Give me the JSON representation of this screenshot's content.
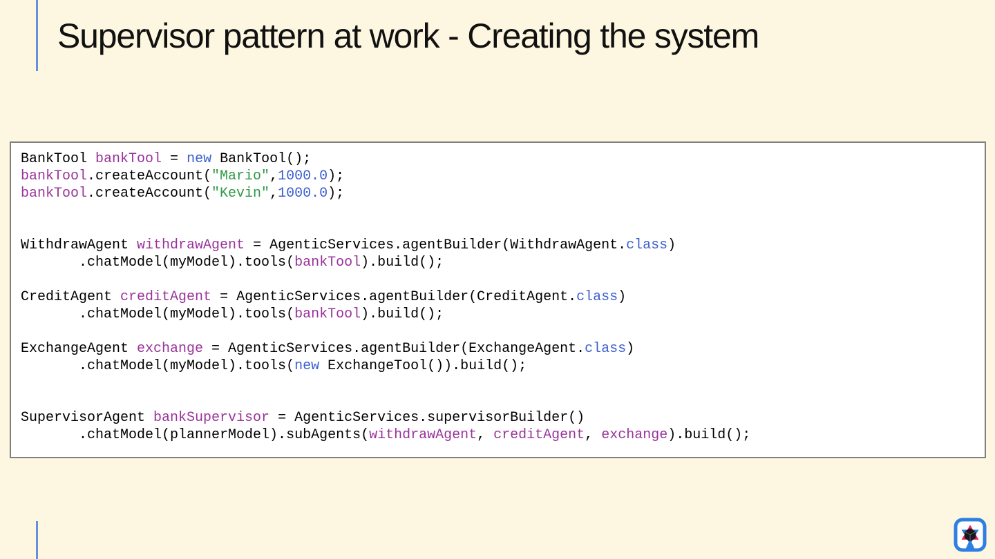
{
  "slide": {
    "title": "Supervisor pattern at work - Creating the system"
  },
  "colors": {
    "background": "#FDF6E0",
    "accent-line": "#6590DB",
    "code-bg": "#FFFFFF",
    "code-border": "#7F7F7F",
    "logo-blue": "#2E7FE0",
    "logo-pink": "#E8295E",
    "logo-black": "#17171D"
  },
  "code": {
    "token_colors": {
      "plain": "#000000",
      "var": "#993399",
      "kw": "#3B5FD0",
      "num": "#3B5FD0",
      "str": "#2E9945"
    },
    "lines": [
      [
        {
          "t": "BankTool ",
          "c": "plain"
        },
        {
          "t": "bankTool",
          "c": "var"
        },
        {
          "t": " = ",
          "c": "plain"
        },
        {
          "t": "new",
          "c": "kw"
        },
        {
          "t": " BankTool();",
          "c": "plain"
        }
      ],
      [
        {
          "t": "bankTool",
          "c": "var"
        },
        {
          "t": ".createAccount(",
          "c": "plain"
        },
        {
          "t": "\"Mario\"",
          "c": "str"
        },
        {
          "t": ",",
          "c": "plain"
        },
        {
          "t": "1000.0",
          "c": "num"
        },
        {
          "t": ");",
          "c": "plain"
        }
      ],
      [
        {
          "t": "bankTool",
          "c": "var"
        },
        {
          "t": ".createAccount(",
          "c": "plain"
        },
        {
          "t": "\"Kevin\"",
          "c": "str"
        },
        {
          "t": ",",
          "c": "plain"
        },
        {
          "t": "1000.0",
          "c": "num"
        },
        {
          "t": ");",
          "c": "plain"
        }
      ],
      [],
      [],
      [
        {
          "t": "WithdrawAgent ",
          "c": "plain"
        },
        {
          "t": "withdrawAgent",
          "c": "var"
        },
        {
          "t": " = AgenticServices.agentBuilder(WithdrawAgent.",
          "c": "plain"
        },
        {
          "t": "class",
          "c": "kw"
        },
        {
          "t": ")",
          "c": "plain"
        }
      ],
      [
        {
          "t": "       .chatModel(myModel).tools(",
          "c": "plain"
        },
        {
          "t": "bankTool",
          "c": "var"
        },
        {
          "t": ").build();",
          "c": "plain"
        }
      ],
      [],
      [
        {
          "t": "CreditAgent ",
          "c": "plain"
        },
        {
          "t": "creditAgent",
          "c": "var"
        },
        {
          "t": " = AgenticServices.agentBuilder(CreditAgent.",
          "c": "plain"
        },
        {
          "t": "class",
          "c": "kw"
        },
        {
          "t": ")",
          "c": "plain"
        }
      ],
      [
        {
          "t": "       .chatModel(myModel).tools(",
          "c": "plain"
        },
        {
          "t": "bankTool",
          "c": "var"
        },
        {
          "t": ").build();",
          "c": "plain"
        }
      ],
      [],
      [
        {
          "t": "ExchangeAgent ",
          "c": "plain"
        },
        {
          "t": "exchange",
          "c": "var"
        },
        {
          "t": " = AgenticServices.agentBuilder(ExchangeAgent.",
          "c": "plain"
        },
        {
          "t": "class",
          "c": "kw"
        },
        {
          "t": ")",
          "c": "plain"
        }
      ],
      [
        {
          "t": "       .chatModel(myModel).tools(",
          "c": "plain"
        },
        {
          "t": "new",
          "c": "kw"
        },
        {
          "t": " ExchangeTool()).build();",
          "c": "plain"
        }
      ],
      [],
      [],
      [
        {
          "t": "SupervisorAgent ",
          "c": "plain"
        },
        {
          "t": "bankSupervisor",
          "c": "var"
        },
        {
          "t": " = AgenticServices.supervisorBuilder()",
          "c": "plain"
        }
      ],
      [
        {
          "t": "       .chatModel(plannerModel).subAgents(",
          "c": "plain"
        },
        {
          "t": "withdrawAgent",
          "c": "var"
        },
        {
          "t": ", ",
          "c": "plain"
        },
        {
          "t": "creditAgent",
          "c": "var"
        },
        {
          "t": ", ",
          "c": "plain"
        },
        {
          "t": "exchange",
          "c": "var"
        },
        {
          "t": ").build();",
          "c": "plain"
        }
      ]
    ]
  },
  "footer": {
    "logo_icon": "cube-star-logo"
  }
}
